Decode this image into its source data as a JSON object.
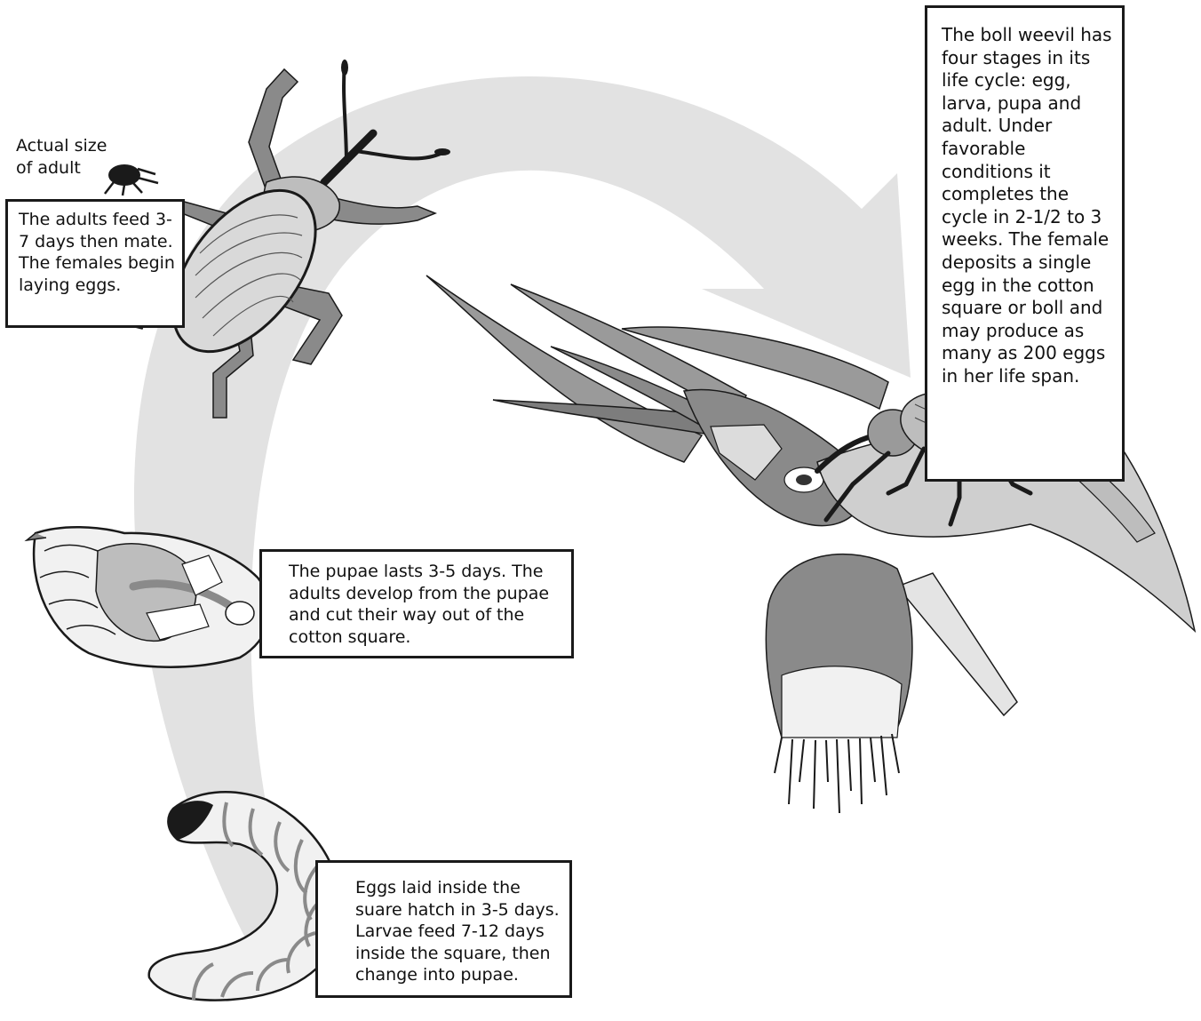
{
  "callouts": {
    "intro": "The boll weevil has four stages in its life cycle: egg, larva, pupa and adult. Under favorable conditions it completes the cycle in 2-1/2 to 3 weeks. The female deposits a single egg in the cotton square or boll and may produce as many as 200 eggs in her life span.",
    "adult": "The adults feed 3-7 days then mate. The females begin laying eggs.",
    "pupa": "The pupae lasts 3-5 days. The adults develop from the pupae and cut their way out of the cotton square.",
    "larva": "Eggs laid inside the suare hatch in 3-5 days. Larvae feed 7-12 days inside the square, then change into pupae."
  },
  "actual_size_label": "Actual size\nof adult",
  "colors": {
    "arrow": "#e2e2e2",
    "ink": "#1a1a1a",
    "shell_light": "#f1f1f1",
    "shell_mid": "#bdbdbd",
    "plant_mid": "#9a9a9a",
    "plant_dark": "#6b6b6b"
  },
  "icons": {
    "cycle_arrow": "cycle-arrow-icon",
    "large_adult": "boll-weevil-adult-icon",
    "small_adult": "boll-weevil-actual-size-icon",
    "pupa": "pupa-icon",
    "larva": "larva-icon",
    "cotton": "cotton-square-icon",
    "female": "female-weevil-laying-egg-icon"
  }
}
